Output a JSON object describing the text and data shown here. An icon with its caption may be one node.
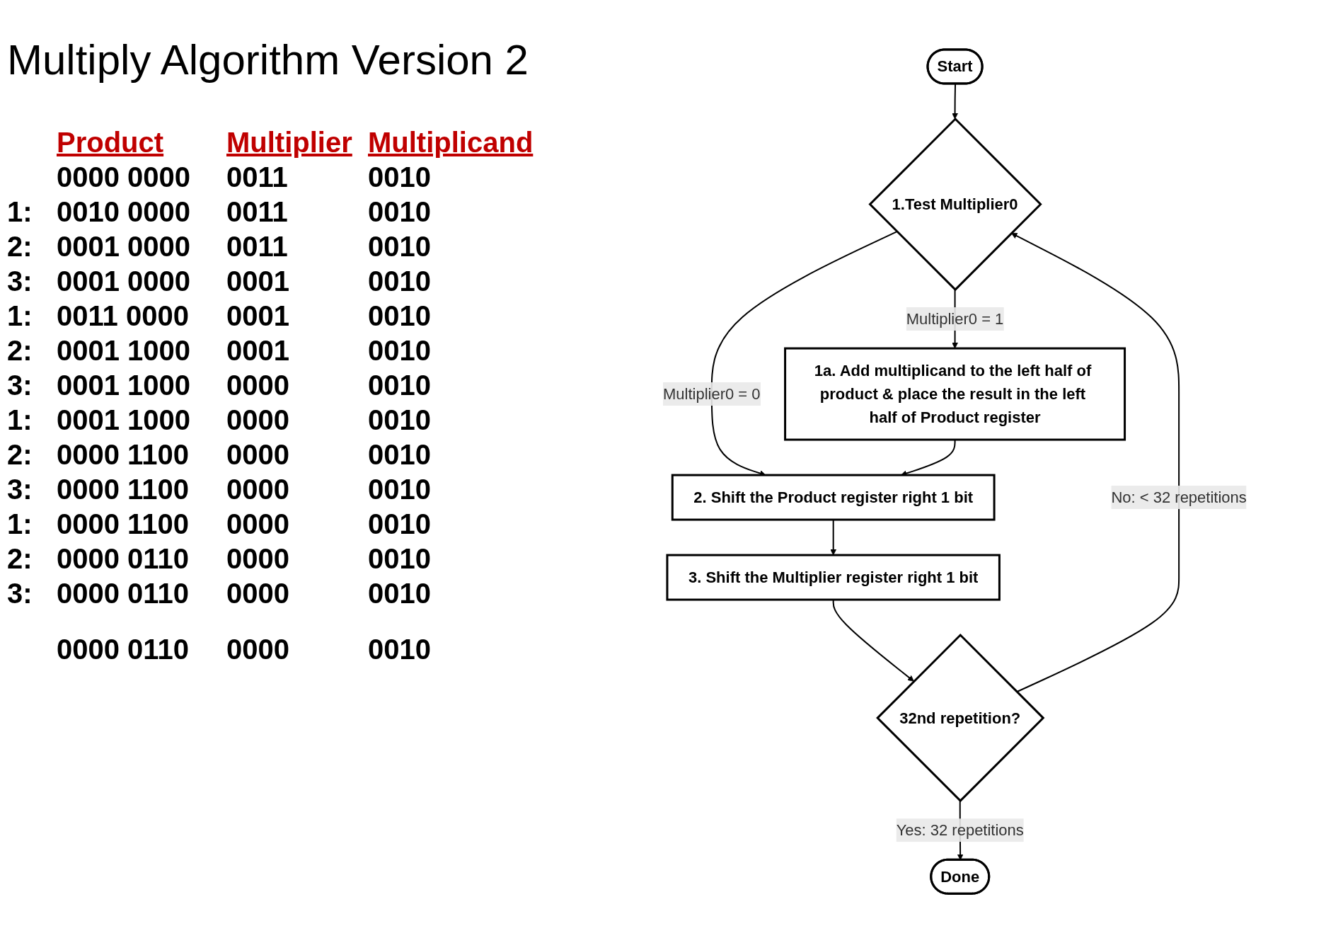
{
  "diagram": {
    "title": "Multiply Algorithm Version 2",
    "nodes": [
      {
        "text": [
          "Start"
        ]
      },
      {
        "text": [
          "1.Test Multiplier0"
        ]
      },
      {
        "text": [
          "1a. Add multiplicand to the left half of product & place the result in the left half of Product register"
        ]
      },
      {
        "text": [
          "2. Shift the Product register right 1 bit"
        ]
      },
      {
        "text": [
          "3. Shift the Multiplier register right 1 bit"
        ]
      },
      {
        "text": [
          "32nd repetition?"
        ]
      },
      {
        "text": [
          "Done"
        ]
      }
    ],
    "edges": [
      {
        "from": 0,
        "to": 1,
        "arrow": "to"
      },
      {
        "from": 1,
        "to": 2,
        "arrow": "to",
        "label": "Multiplier0 = 1"
      },
      {
        "from": 1,
        "to": 3,
        "arrow": "to",
        "label": "Multiplier0 = 0"
      },
      {
        "from": 2,
        "to": 3,
        "arrow": "to"
      },
      {
        "from": 3,
        "to": 4,
        "arrow": "to"
      },
      {
        "from": 4,
        "to": 5,
        "arrow": "to"
      },
      {
        "from": 5,
        "to": 1,
        "arrow": "to",
        "label": "No: < 32 repetitions"
      },
      {
        "from": 5,
        "to": 6,
        "arrow": "to",
        "label": "Yes: 32 repetitions"
      }
    ],
    "labels": [
      "Product",
      "Multiplier",
      "Multiplicand",
      "0000 0000",
      "0011",
      "0010",
      "1:",
      "0010 0000",
      "0011",
      "0010",
      "2:",
      "0001 0000",
      "0011",
      "0010",
      "3:",
      "0001 0000",
      "0001",
      "0010",
      "1:",
      "0011 0000",
      "0001",
      "0010",
      "2:",
      "0001 1000",
      "0001",
      "0010",
      "3:",
      "0001 1000",
      "0000",
      "0010",
      "1:",
      "0001 1000",
      "0000",
      "0010",
      "2:",
      "0000 1100",
      "0000",
      "0010",
      "3:",
      "0000 1100",
      "0000",
      "0010",
      "1:",
      "0000 1100",
      "0000",
      "0010",
      "2:",
      "0000 0110",
      "0000",
      "0010",
      "3:",
      "0000 0110",
      "0000",
      "0010",
      "0000 0110",
      "0000",
      "0010"
    ]
  }
}
